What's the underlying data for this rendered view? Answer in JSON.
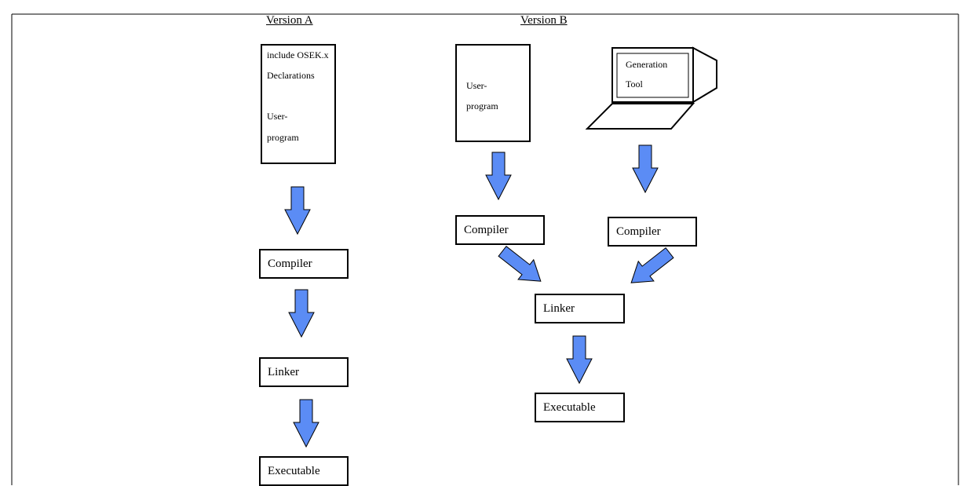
{
  "version_a": {
    "heading": "Version A",
    "source_doc": {
      "line1": "include OSEK.x",
      "line2": "Declarations",
      "line3": "User-",
      "line4": "program"
    },
    "compiler": "Compiler",
    "linker": "Linker",
    "executable": "Executable"
  },
  "version_b": {
    "heading": "Version B",
    "user_doc": {
      "line1": "User-",
      "line2": "program"
    },
    "generation_tool": {
      "line1": "Generation",
      "line2": "Tool"
    },
    "compiler_left": "Compiler",
    "compiler_right": "Compiler",
    "linker": "Linker",
    "executable": "Executable"
  },
  "colors": {
    "arrow_fill": "#5b8cf5",
    "outline": "#000000"
  }
}
